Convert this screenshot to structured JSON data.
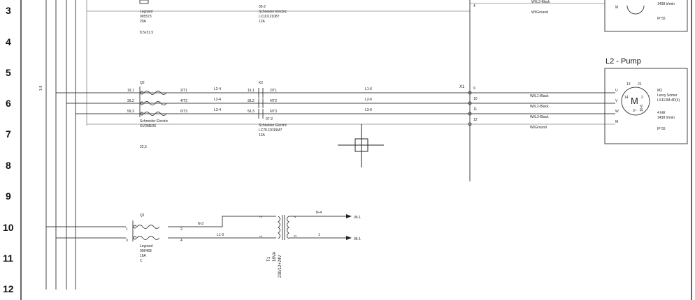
{
  "row_numbers": [
    "3",
    "4",
    "5",
    "6",
    "7",
    "8",
    "9",
    "10",
    "11",
    "12"
  ],
  "top": {
    "breaker_lines": [
      "Legrand",
      "005573",
      "20A"
    ],
    "breaker_wire": "8.5x31.5",
    "contactor_ref": "05-2",
    "contactor_lines": [
      "Schneider Electric",
      "LC1D12108?",
      "12A"
    ],
    "terminal_num": "4",
    "wire_l3": "Wi\\L3-Black",
    "wire_gnd": "Wi\\Ground",
    "motor_m": "M",
    "motor_speed": "1438 tr/min",
    "motor_ip": "IP 55"
  },
  "side_label": "1-8",
  "pump": {
    "title": "L2 - Pump",
    "breaker_tag": "Q2",
    "breaker_lines": [
      "Schneider Electric",
      "GV2ME06"
    ],
    "breaker_value": "22,5",
    "in_labels": [
      "1/L1",
      "3/L2",
      "5/L3"
    ],
    "out_labels": [
      "2/T1",
      "4/T2",
      "6/T3"
    ],
    "link_labels": [
      "L2-4",
      "L2-4",
      "L3-4"
    ],
    "contactor_tag": "K2",
    "contactor_in": [
      "1/L1",
      "3/L2",
      "5/L3"
    ],
    "contactor_out": [
      "2/T1",
      "4/T2",
      "6/T3"
    ],
    "contactor_ref": "07-2",
    "contactor_lines": [
      "Schneider Electric",
      "LC7K12015M7",
      "12A"
    ],
    "cable_labels": [
      "L1-6",
      "L2-6",
      "L3-6"
    ],
    "terminal_tag": "X1",
    "terminals": [
      "9",
      "10",
      "11",
      "12"
    ],
    "wire_labels": [
      "Wi\\L1-Black",
      "Wi\\L2-Black",
      "Wi\\L3-Black",
      "Wi\\Ground"
    ],
    "motor_pins": [
      "U",
      "V",
      "W",
      "M"
    ],
    "motor_tag": "M2",
    "motor_lines": [
      "Leroy Somer",
      "LS112M-4P(4)",
      "4 kW",
      "1438 tr/min",
      "IP 55"
    ],
    "motor_symbol": "M",
    "motor_numbers": [
      "13",
      "21",
      "14",
      "2",
      "3~",
      "16-6"
    ]
  },
  "supply": {
    "breaker_tag": "Q1",
    "pins": [
      "1",
      "2",
      "3",
      "4"
    ],
    "breaker_lines": [
      "Legrand",
      "006468",
      "16A",
      "C"
    ],
    "wire_top": "N-3",
    "wire_bottom": "L1-3",
    "trafo_pins": [
      "2",
      "1",
      "4",
      "3"
    ],
    "trafo_tag": "T1",
    "trafo_lines": [
      "16VA",
      "230/12+24V"
    ],
    "out_top_label": "N-4",
    "out_bottom_label": "1",
    "ref_top": "05-1",
    "ref_bottom": "05-1"
  }
}
